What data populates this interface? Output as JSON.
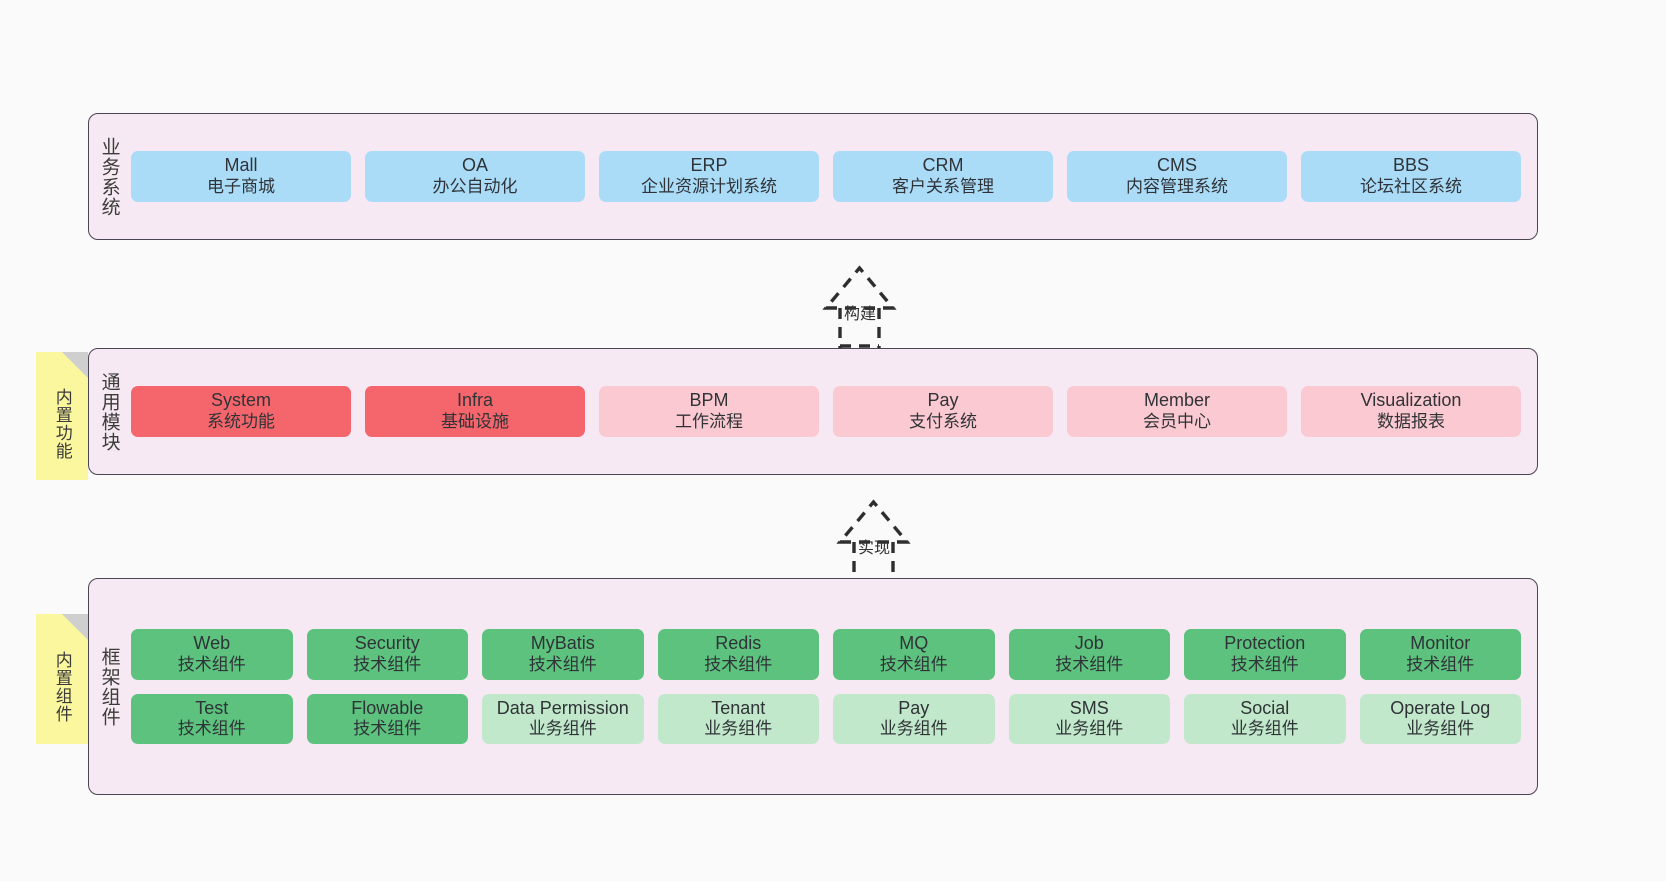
{
  "diagram": {
    "background_color": "#fafafa",
    "layer_fill": "#f7e9f3",
    "layer_border": "#4a4453",
    "note_color": "#fbf79e",
    "colors": {
      "business_system": "#aadcf8",
      "module_active": "#f4666c",
      "module_plain": "#fbc9d1",
      "tech_component": "#5cc27e",
      "biz_component": "#c1e8cb"
    }
  },
  "layers": [
    {
      "id": "business",
      "title": "业务系统",
      "note": null,
      "rows": [
        {
          "cards": [
            {
              "en": "Mall",
              "cn": "电子商城",
              "style": "c-blue"
            },
            {
              "en": "OA",
              "cn": "办公自动化",
              "style": "c-blue"
            },
            {
              "en": "ERP",
              "cn": "企业资源计划系统",
              "style": "c-blue"
            },
            {
              "en": "CRM",
              "cn": "客户关系管理",
              "style": "c-blue"
            },
            {
              "en": "CMS",
              "cn": "内容管理系统",
              "style": "c-blue"
            },
            {
              "en": "BBS",
              "cn": "论坛社区系统",
              "style": "c-blue"
            }
          ]
        }
      ]
    },
    {
      "id": "modules",
      "title": "通用模块",
      "note": "内置功能",
      "rows": [
        {
          "cards": [
            {
              "en": "System",
              "cn": "系统功能",
              "style": "c-red"
            },
            {
              "en": "Infra",
              "cn": "基础设施",
              "style": "c-red"
            },
            {
              "en": "BPM",
              "cn": "工作流程",
              "style": "c-pink"
            },
            {
              "en": "Pay",
              "cn": "支付系统",
              "style": "c-pink"
            },
            {
              "en": "Member",
              "cn": "会员中心",
              "style": "c-pink"
            },
            {
              "en": "Visualization",
              "cn": "数据报表",
              "style": "c-pink"
            }
          ]
        }
      ]
    },
    {
      "id": "framework",
      "title": "框架组件",
      "note": "内置组件",
      "rows": [
        {
          "cards": [
            {
              "en": "Web",
              "cn": "技术组件",
              "style": "c-green"
            },
            {
              "en": "Security",
              "cn": "技术组件",
              "style": "c-green"
            },
            {
              "en": "MyBatis",
              "cn": "技术组件",
              "style": "c-green"
            },
            {
              "en": "Redis",
              "cn": "技术组件",
              "style": "c-green"
            },
            {
              "en": "MQ",
              "cn": "技术组件",
              "style": "c-green"
            },
            {
              "en": "Job",
              "cn": "技术组件",
              "style": "c-green"
            },
            {
              "en": "Protection",
              "cn": "技术组件",
              "style": "c-green"
            },
            {
              "en": "Monitor",
              "cn": "技术组件",
              "style": "c-green"
            }
          ]
        },
        {
          "cards": [
            {
              "en": "Test",
              "cn": "技术组件",
              "style": "c-green"
            },
            {
              "en": "Flowable",
              "cn": "技术组件",
              "style": "c-green"
            },
            {
              "en": "Data Permission",
              "cn": "业务组件",
              "style": "c-lightgreen",
              "wrap": true
            },
            {
              "en": "Tenant",
              "cn": "业务组件",
              "style": "c-lightgreen"
            },
            {
              "en": "Pay",
              "cn": "业务组件",
              "style": "c-lightgreen"
            },
            {
              "en": "SMS",
              "cn": "业务组件",
              "style": "c-lightgreen"
            },
            {
              "en": "Social",
              "cn": "业务组件",
              "style": "c-lightgreen"
            },
            {
              "en": "Operate Log",
              "cn": "业务组件",
              "style": "c-lightgreen"
            }
          ]
        }
      ]
    }
  ],
  "arrows": [
    {
      "id": "build",
      "label": "构建"
    },
    {
      "id": "implement",
      "label": "实现"
    }
  ]
}
